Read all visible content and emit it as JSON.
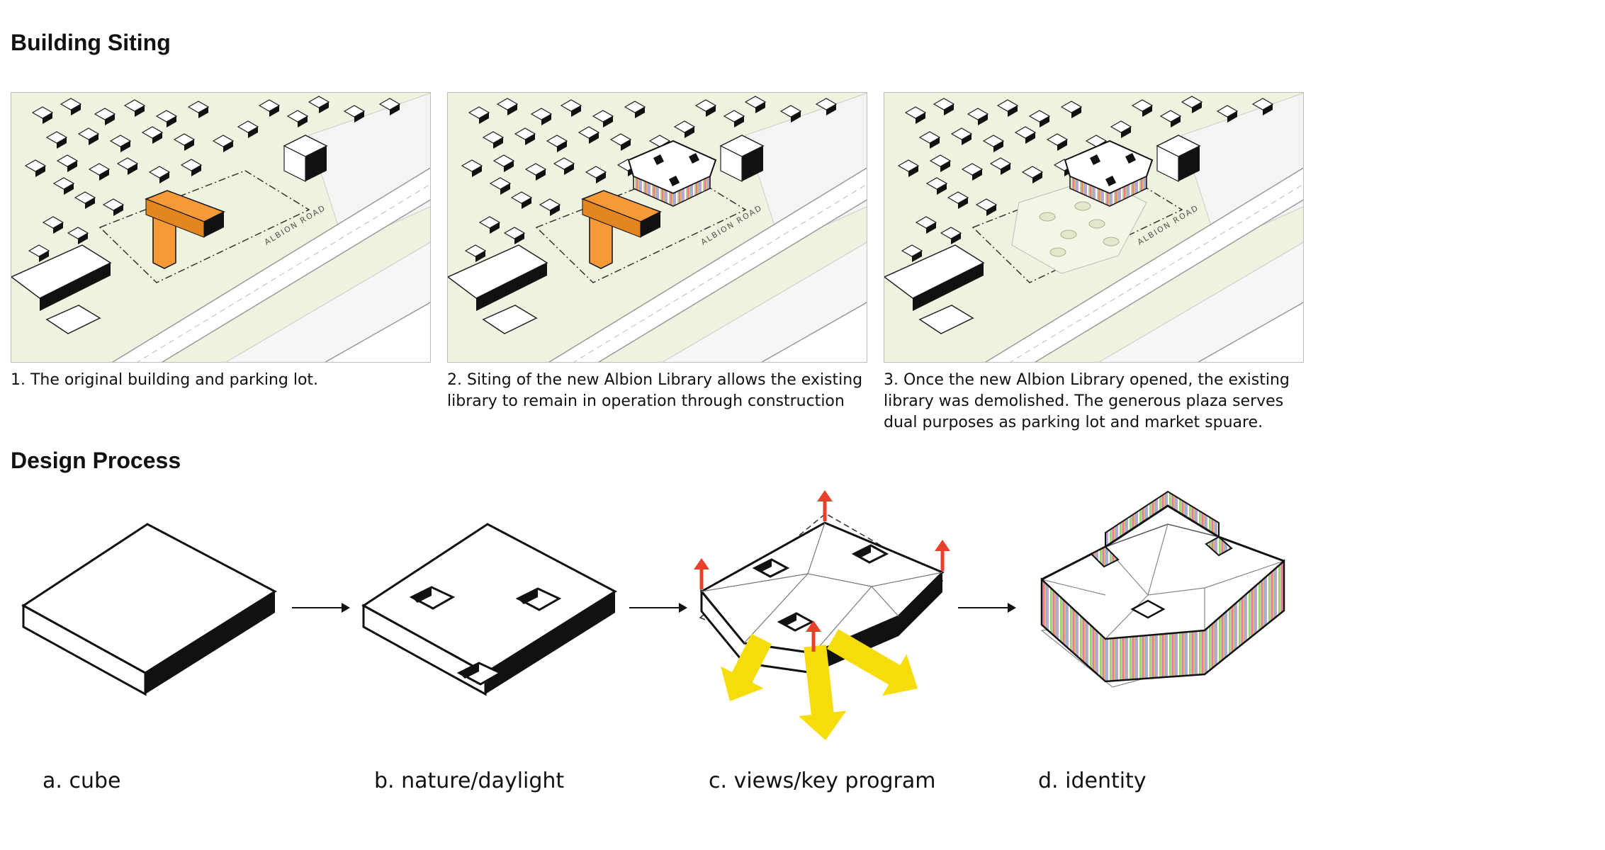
{
  "sections": {
    "siting_title": "Building Siting",
    "process_title": "Design Process"
  },
  "siting": {
    "road_label": "ALBION ROAD",
    "colors": {
      "land": "#eef3df",
      "old_building": "#f59a37",
      "building_dark": "#111111"
    },
    "panels": [
      {
        "caption": "1. The original building and parking lot.",
        "show_old": true,
        "show_new": false,
        "show_plaza": false
      },
      {
        "caption": "2. Siting of the new Albion Library allows the existing library to remain in operation through construction",
        "show_old": true,
        "show_new": true,
        "show_plaza": false
      },
      {
        "caption": "3. Once the new Albion Library opened, the existing library was demolished. The generous plaza serves dual purposes as parking lot and market spuare.",
        "show_old": false,
        "show_new": true,
        "show_plaza": true
      }
    ]
  },
  "process": {
    "colors": {
      "arrow_up": "#e8402a",
      "daylight": "#f7dc0c",
      "outline": "#111111"
    },
    "icons": {
      "step_arrow": "right-arrow-icon",
      "up_arrow": "up-arrow-icon",
      "daylight_arrow": "daylight-arrow-icon"
    },
    "steps": [
      {
        "label": "a. cube"
      },
      {
        "label": "b. nature/daylight"
      },
      {
        "label": "c. views/key program"
      },
      {
        "label": "d. identity"
      }
    ]
  }
}
